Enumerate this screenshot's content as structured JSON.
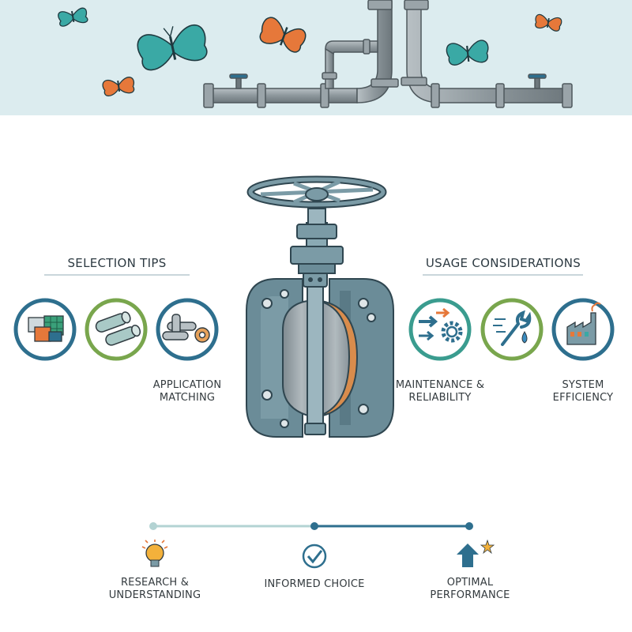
{
  "selection": {
    "heading": "SELECTION TIPS",
    "items": [
      {
        "icon": "material-grid-icon",
        "label": ""
      },
      {
        "icon": "pipes-icon",
        "label": ""
      },
      {
        "icon": "pipes-gear-icon",
        "label": "APPLICATION MATCHING"
      }
    ]
  },
  "usage": {
    "heading": "USAGE CONSIDERATIONS",
    "items": [
      {
        "icon": "arrows-gear-icon",
        "label": "MAINTENANCE & RELIABILITY"
      },
      {
        "icon": "wrench-drop-icon",
        "label": ""
      },
      {
        "icon": "factory-icon",
        "label": "SYSTEM EFFICIENCY"
      }
    ]
  },
  "timeline": [
    {
      "icon": "lightbulb-icon",
      "label": "RESEARCH & UNDERSTANDING"
    },
    {
      "icon": "checkmark-icon",
      "label": "INFORMED CHOICE"
    },
    {
      "icon": "arrow-star-icon",
      "label": "OPTIMAL PERFORMANCE"
    }
  ],
  "colors": {
    "banner": "#dcecef",
    "pipe": "#8d979c",
    "ring_blue": "#2e6f8e",
    "ring_green": "#79a64d",
    "valve_body": "#6b8c98",
    "accent_orange": "#e6783a",
    "accent_teal": "#3aa9a5"
  }
}
